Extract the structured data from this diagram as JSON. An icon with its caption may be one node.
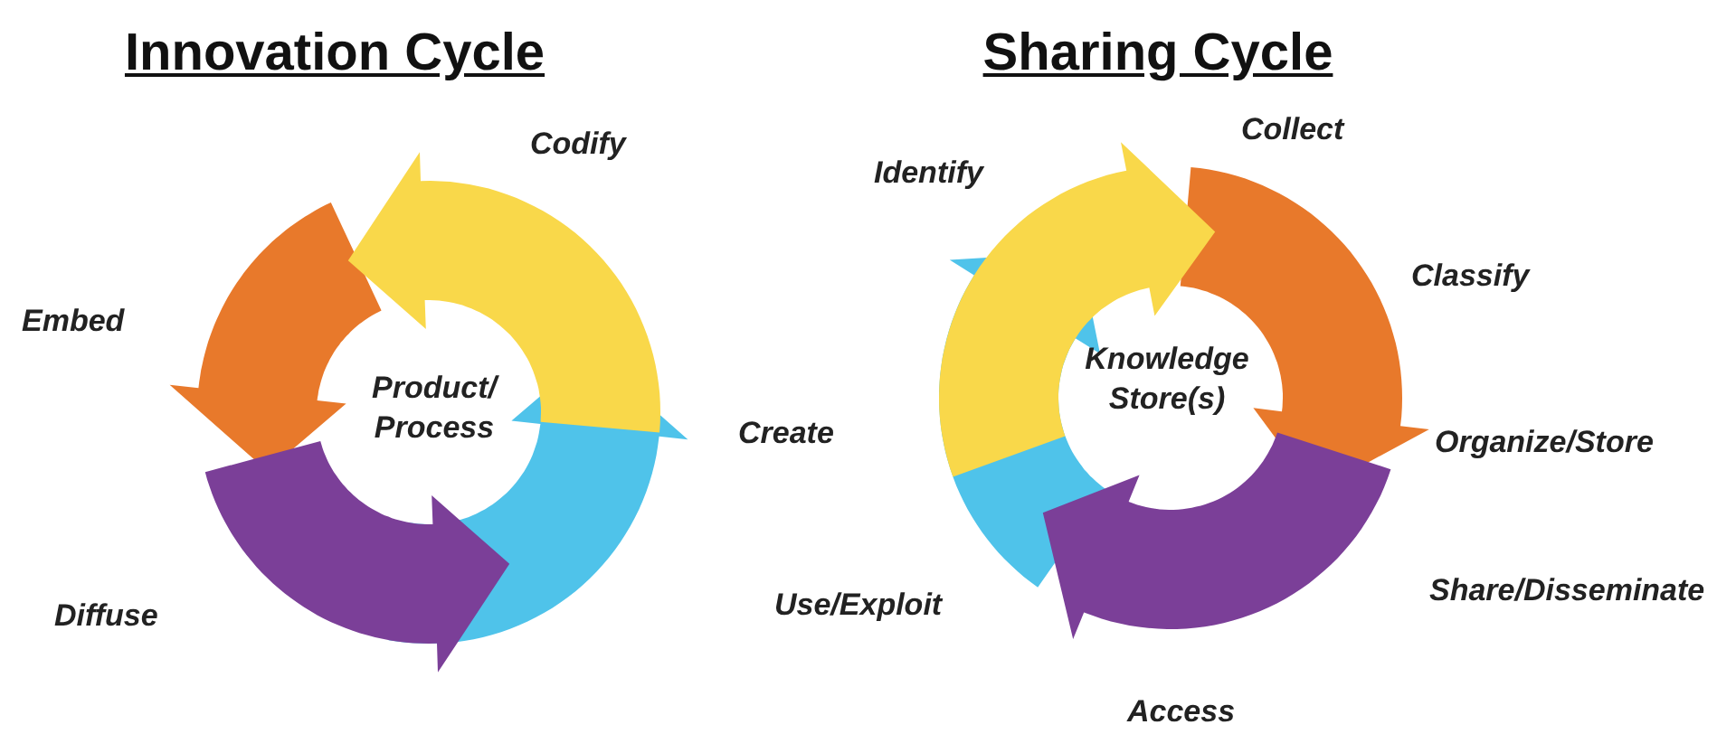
{
  "diagram": {
    "nodes": [
      {
        "text": [
          "Product/ Process"
        ]
      },
      {
        "text": [
          "Knowledge Store(s)"
        ]
      }
    ],
    "labels": [
      "Innovation Cycle",
      "Sharing Cycle",
      "Codify",
      "Collect",
      "Identify",
      "Classify",
      "Embed",
      "Create",
      "Organize/Store",
      "Share/Disseminate",
      "Use/Exploit",
      "Diffuse",
      "Access"
    ]
  }
}
